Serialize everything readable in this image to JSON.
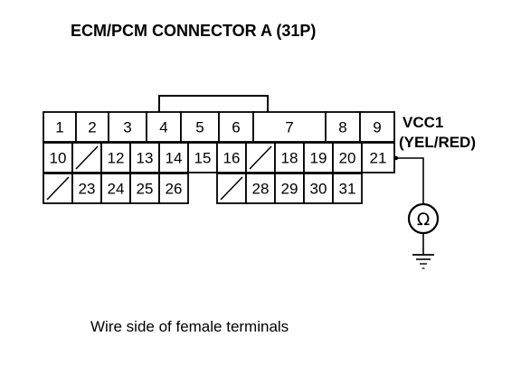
{
  "title": "ECM/PCM CONNECTOR A (31P)",
  "signal": {
    "name": "VCC1",
    "wire_color": "(YEL/RED)"
  },
  "meter_symbol": "Ω",
  "caption": "Wire side of female terminals",
  "connector": {
    "rows": [
      [
        "1",
        "2",
        "3",
        "4",
        "5",
        "6",
        "7",
        "8",
        "9"
      ],
      [
        "10",
        "",
        "12",
        "13",
        "14",
        "15",
        "16",
        "",
        "18",
        "19",
        "20",
        "21"
      ],
      [
        "",
        "23",
        "24",
        "25",
        "26",
        "",
        "28",
        "29",
        "30",
        "31"
      ]
    ]
  }
}
